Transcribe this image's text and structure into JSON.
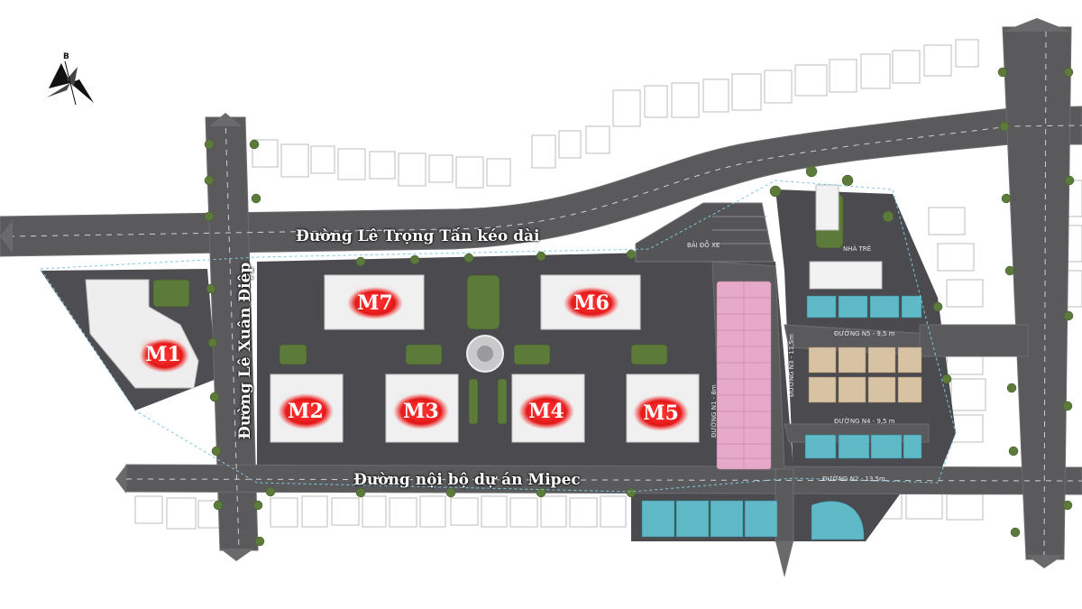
{
  "compass": {
    "north_label": "B",
    "icon": "north-arrow-icon"
  },
  "roads": {
    "le_trong_tan": "Đường Lê Trọng Tấn kéo dài",
    "le_xuan_diep": "Đường Lê Xuân Điệp",
    "noi_bo_mipec": "Đường nội bộ dự án Mipec",
    "n1": "ĐƯỜNG N1 - 8m",
    "n2": "ĐƯỜNG N2 - 13,5m",
    "n3": "ĐƯỜNG N3 - 11,5m",
    "n4": "ĐƯỜNG N4 - 9,5 m",
    "n5": "ĐƯỜNG N5 - 9,5 m"
  },
  "facilities": {
    "parking": "BÃI ĐỖ XE",
    "kindergarten": "NHÀ TRẺ"
  },
  "towers": [
    "M1",
    "M2",
    "M3",
    "M4",
    "M5",
    "M6",
    "M7"
  ],
  "colors": {
    "road": "#5a5a5c",
    "site": "#4a4a4e",
    "tree": "#5f7a3a",
    "tower_glow": "#ff2a2a",
    "villa_pink": "#e7a9c9",
    "villa_beige": "#d8c2a4",
    "villa_cyan": "#5fb9c7"
  }
}
